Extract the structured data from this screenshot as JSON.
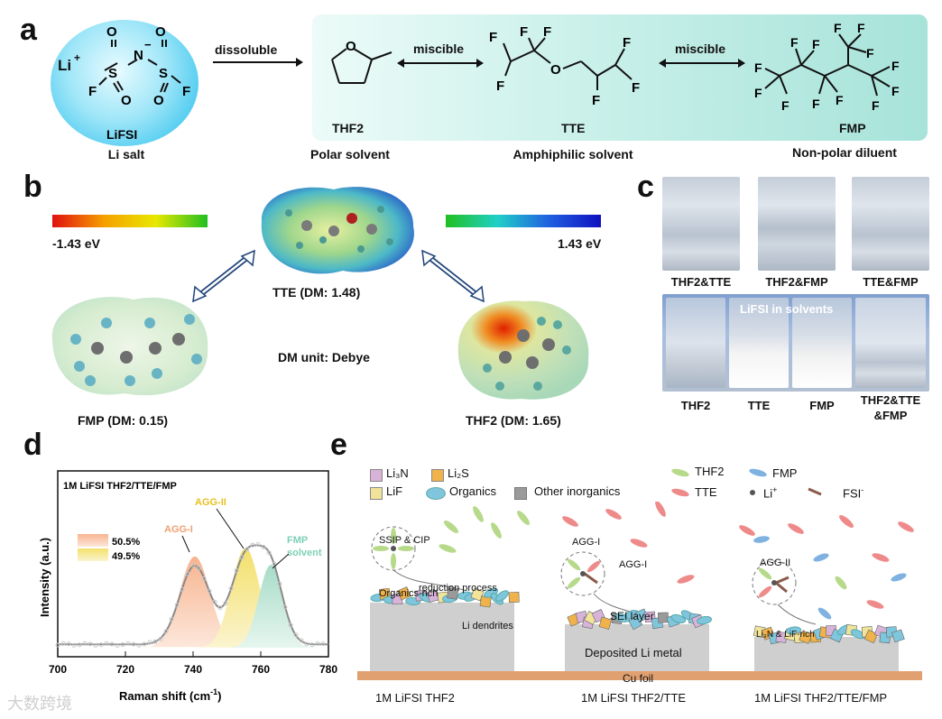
{
  "panels": {
    "a": {
      "letter": "a",
      "salt_label": "LiFSI",
      "salt_caption": "Li salt",
      "li_label": "Li",
      "li_charge": "+",
      "n_label": "N",
      "n_charge": "−",
      "arrow_dissoluble": "dissoluble",
      "arrow_miscible_1": "miscible",
      "arrow_miscible_2": "miscible",
      "thf2_label": "THF2",
      "tte_label": "TTE",
      "fmp_label": "FMP",
      "polar_caption": "Polar solvent",
      "amphiphilic_caption": "Amphiphilic solvent",
      "nonpolar_caption": "Non-polar diluent"
    },
    "b": {
      "letter": "b",
      "scale_left": "-1.43 eV",
      "scale_right": "1.43 eV",
      "tte_caption": "TTE (DM: 1.48)",
      "fmp_caption": "FMP (DM: 0.15)",
      "thf2_caption": "THF2 (DM: 1.65)",
      "dm_unit": "DM unit: Debye"
    },
    "c": {
      "letter": "c",
      "top_labels": [
        "THF2&TTE",
        "THF2&FMP",
        "TTE&FMP"
      ],
      "bottom_title": "LiFSI in solvents",
      "bottom_labels": [
        "THF2",
        "TTE",
        "FMP",
        "THF2&TTE",
        "&FMP"
      ]
    },
    "d": {
      "letter": "d",
      "sample": "1M LiFSI THF2/TTE/FMP",
      "legend": [
        "50.5%",
        "49.5%"
      ],
      "peaks": [
        "AGG-I",
        "AGG-II",
        "FMP",
        "solvent"
      ],
      "xlabel": "Raman shift (cm",
      "xlabel_sup": "-1",
      "xlabel_end": ")",
      "ylabel": "Intensity (a.u.)",
      "xticks": [
        "700",
        "720",
        "740",
        "760",
        "780"
      ]
    },
    "e": {
      "letter": "e",
      "legend": {
        "li3n": "Li₃N",
        "li2s": "Li₂S",
        "lif": "LiF",
        "organics": "Organics",
        "other": "Other inorganics",
        "thf2": "THF2",
        "fmp": "FMP",
        "tte": "TTE",
        "li": "Li",
        "li_sup": "+",
        "fsi": "FSI",
        "fsi_sup": "-"
      },
      "col1": {
        "ssip": "SSIP & CIP",
        "reduction": "reduction process",
        "organics_rich": "Organics-rich",
        "dendrites": "Li dendrites",
        "caption": "1M LiFSI THF2"
      },
      "col2": {
        "agg1a": "AGG-I",
        "agg1b": "AGG-I",
        "sei": "SEI layer",
        "deposited": "Deposited Li metal",
        "caption": "1M LiFSI THF2/TTE"
      },
      "col3": {
        "agg2": "AGG-II",
        "rich": "Li₃N & LiF-rich",
        "caption": "1M LiFSI THF2/TTE/FMP"
      },
      "cu_foil": "Cu foil"
    }
  },
  "watermark": "大数跨境",
  "chart_data": {
    "type": "line",
    "title": "1M LiFSI THF2/TTE/FMP",
    "xlabel": "Raman shift (cm-1)",
    "ylabel": "Intensity (a.u.)",
    "xlim": [
      700,
      780
    ],
    "xticks": [
      700,
      720,
      740,
      760,
      780
    ],
    "series": [
      {
        "name": "AGG-I",
        "values_x": [
          730,
          735,
          740,
          745,
          750
        ],
        "values_y": [
          0.15,
          0.4,
          0.55,
          0.4,
          0.15
        ]
      },
      {
        "name": "AGG-II",
        "values_x": [
          745,
          750,
          755,
          760,
          765
        ],
        "values_y": [
          0.15,
          0.4,
          0.6,
          0.4,
          0.1
        ]
      },
      {
        "name": "FMP solvent",
        "values_x": [
          755,
          760,
          763,
          767,
          772
        ],
        "values_y": [
          0.1,
          0.35,
          0.5,
          0.35,
          0.1
        ]
      }
    ],
    "legend": [
      "50.5%",
      "49.5%"
    ]
  }
}
